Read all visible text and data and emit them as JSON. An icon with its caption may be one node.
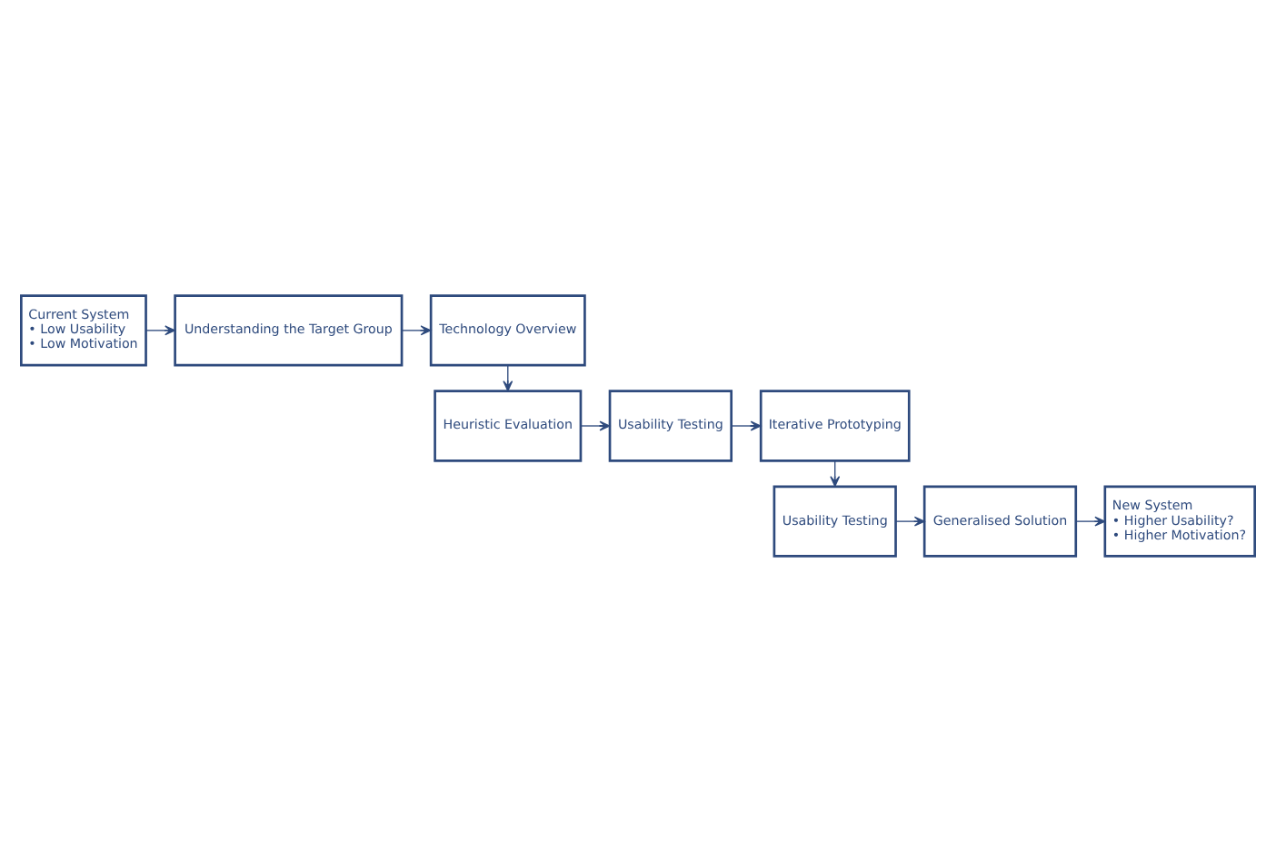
{
  "diagram": {
    "nodes": [
      {
        "text": [
          "Current System",
          "• Low Usability",
          "• Low Motivation"
        ]
      },
      {
        "text": [
          "Understanding the Target Group"
        ]
      },
      {
        "text": [
          "Technology Overview"
        ]
      },
      {
        "text": [
          "Heuristic Evaluation"
        ]
      },
      {
        "text": [
          "Usability Testing"
        ]
      },
      {
        "text": [
          "Iterative Prototyping"
        ]
      },
      {
        "text": [
          "Usability Testing"
        ]
      },
      {
        "text": [
          "Generalised Solution"
        ]
      },
      {
        "text": [
          "New System",
          "• Higher Usability?",
          "• Higher Motivation?"
        ]
      }
    ],
    "edges": [
      {
        "from": 0,
        "to": 1,
        "arrow": "to"
      },
      {
        "from": 1,
        "to": 2,
        "arrow": "to"
      },
      {
        "from": 2,
        "to": 3,
        "arrow": "to"
      },
      {
        "from": 3,
        "to": 4,
        "arrow": "to"
      },
      {
        "from": 4,
        "to": 5,
        "arrow": "to"
      },
      {
        "from": 5,
        "to": 6,
        "arrow": "to"
      },
      {
        "from": 6,
        "to": 7,
        "arrow": "to"
      },
      {
        "from": 7,
        "to": 8,
        "arrow": "to"
      }
    ]
  }
}
